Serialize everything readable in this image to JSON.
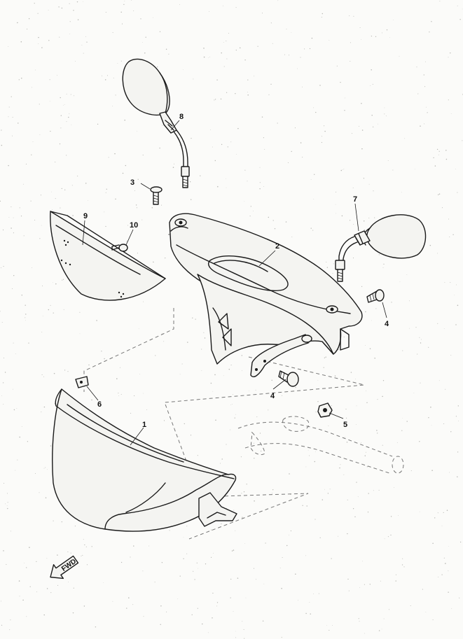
{
  "diagram": {
    "labels": {
      "p1": "1",
      "p2": "2",
      "p3": "3",
      "p4a": "4",
      "p4b": "4",
      "p5": "5",
      "p6": "6",
      "p7": "7",
      "p8": "8",
      "p9": "9",
      "p10": "10"
    },
    "direction_arrow": "FWD"
  }
}
